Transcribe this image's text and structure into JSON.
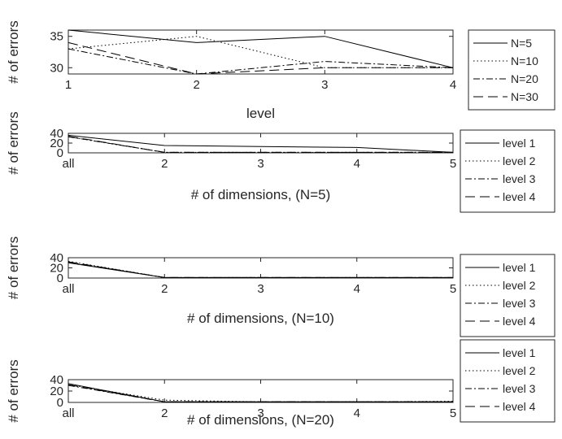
{
  "chart_data": [
    {
      "type": "line",
      "xlabel": "level",
      "ylabel": "# of errors",
      "categories": [
        "1",
        "2",
        "3",
        "4"
      ],
      "x": [
        1,
        2,
        3,
        4
      ],
      "xlim": [
        1,
        4
      ],
      "ylim": [
        29,
        36
      ],
      "yticks": [
        30,
        35
      ],
      "grid": false,
      "legend_position": "right",
      "series": [
        {
          "name": "N=5",
          "dash": "solid",
          "values": [
            36,
            34,
            35,
            30
          ]
        },
        {
          "name": "N=10",
          "dash": "dotted",
          "values": [
            33,
            35,
            30,
            30
          ]
        },
        {
          "name": "N=20",
          "dash": "dashdot",
          "values": [
            33,
            29,
            31,
            30
          ]
        },
        {
          "name": "N=30",
          "dash": "dashed",
          "values": [
            34,
            29,
            30,
            30
          ]
        }
      ]
    },
    {
      "type": "line",
      "xlabel": "# of dimensions, (N=5)",
      "ylabel": "# of errors",
      "categories": [
        "all",
        "2",
        "3",
        "4",
        "5"
      ],
      "x": [
        1,
        2,
        3,
        4,
        5
      ],
      "xlim": [
        1,
        5
      ],
      "ylim": [
        0,
        40
      ],
      "yticks": [
        0,
        20,
        40
      ],
      "grid": false,
      "legend_position": "right",
      "series": [
        {
          "name": "level 1",
          "dash": "solid",
          "values": [
            36,
            15,
            13,
            11,
            1
          ]
        },
        {
          "name": "level 2",
          "dash": "dotted",
          "values": [
            33,
            1,
            1,
            1,
            1
          ]
        },
        {
          "name": "level 3",
          "dash": "dashdot",
          "values": [
            33,
            1,
            1,
            1,
            1
          ]
        },
        {
          "name": "level 4",
          "dash": "dashed",
          "values": [
            34,
            1,
            1,
            1,
            1
          ]
        }
      ]
    },
    {
      "type": "line",
      "xlabel": "# of dimensions, (N=10)",
      "ylabel": "# of errors",
      "categories": [
        "all",
        "2",
        "3",
        "4",
        "5"
      ],
      "x": [
        1,
        2,
        3,
        4,
        5
      ],
      "xlim": [
        1,
        5
      ],
      "ylim": [
        0,
        40
      ],
      "yticks": [
        0,
        20,
        40
      ],
      "grid": false,
      "legend_position": "right",
      "series": [
        {
          "name": "level 1",
          "dash": "solid",
          "values": [
            30,
            1,
            1,
            1,
            1
          ]
        },
        {
          "name": "level 2",
          "dash": "dotted",
          "values": [
            33,
            1,
            1,
            1,
            1
          ]
        },
        {
          "name": "level 3",
          "dash": "dashdot",
          "values": [
            31,
            1,
            1,
            1,
            1
          ]
        },
        {
          "name": "level 4",
          "dash": "dashed",
          "values": [
            32,
            1,
            1,
            1,
            1
          ]
        }
      ]
    },
    {
      "type": "line",
      "xlabel": "# of dimensions, (N=20)",
      "ylabel": "# of errors",
      "categories": [
        "all",
        "2",
        "3",
        "4",
        "5"
      ],
      "x": [
        1,
        2,
        3,
        4,
        5
      ],
      "xlim": [
        1,
        5
      ],
      "ylim": [
        0,
        40
      ],
      "yticks": [
        0,
        20,
        40
      ],
      "grid": false,
      "legend_position": "right",
      "series": [
        {
          "name": "level 1",
          "dash": "solid",
          "values": [
            33,
            1,
            1,
            1,
            1
          ]
        },
        {
          "name": "level 2",
          "dash": "dotted",
          "values": [
            31,
            4,
            1,
            1,
            2
          ]
        },
        {
          "name": "level 3",
          "dash": "dashdot",
          "values": [
            30,
            1,
            1,
            1,
            1
          ]
        },
        {
          "name": "level 4",
          "dash": "dashed",
          "values": [
            31,
            1,
            1,
            1,
            1
          ]
        }
      ]
    }
  ]
}
